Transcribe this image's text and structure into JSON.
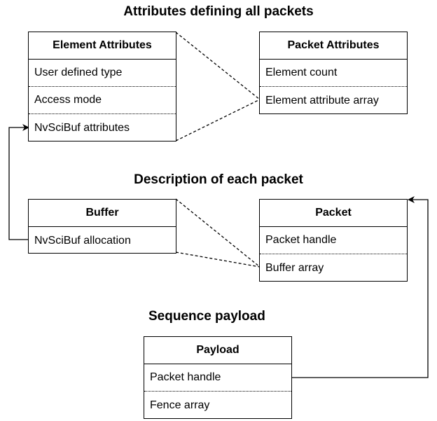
{
  "headings": {
    "all_packets": "Attributes defining all packets",
    "each_packet": "Description of each packet",
    "sequence": "Sequence payload"
  },
  "element_attributes": {
    "title": "Element Attributes",
    "rows": [
      "User defined type",
      "Access mode",
      "NvSciBuf attributes"
    ]
  },
  "packet_attributes": {
    "title": "Packet Attributes",
    "rows": [
      "Element count",
      "Element attribute array"
    ]
  },
  "buffer": {
    "title": "Buffer",
    "rows": [
      "NvSciBuf allocation"
    ]
  },
  "packet": {
    "title": "Packet",
    "rows": [
      "Packet handle",
      "Buffer array"
    ]
  },
  "payload": {
    "title": "Payload",
    "rows": [
      "Packet handle",
      "Fence array"
    ]
  }
}
